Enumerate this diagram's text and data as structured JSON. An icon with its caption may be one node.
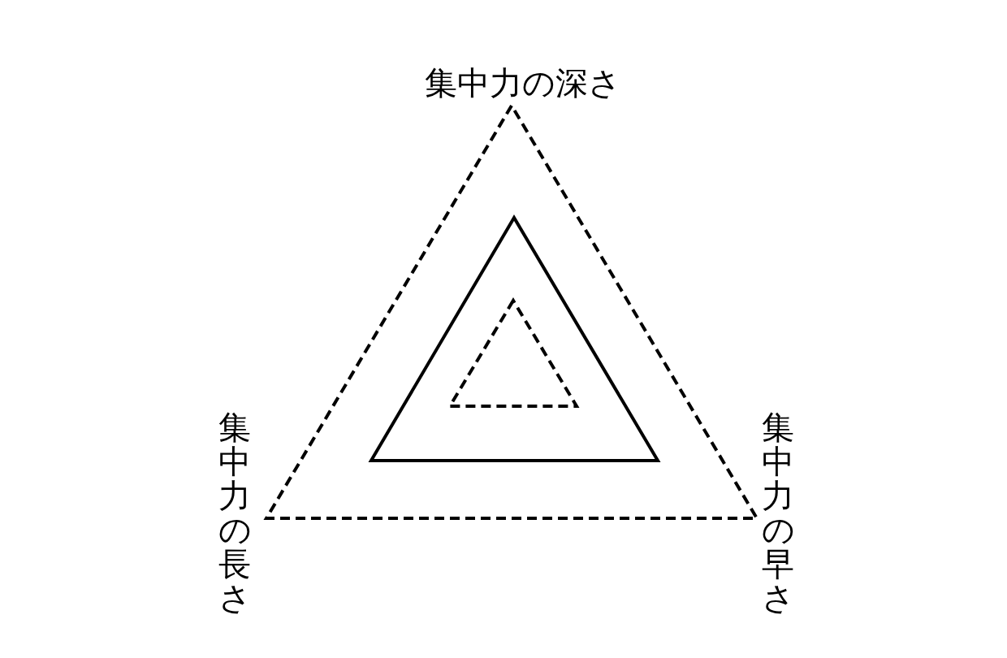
{
  "diagram": {
    "labels": [
      "集中力の深さ",
      "集中力の長さ",
      "集中力の早さ"
    ]
  }
}
